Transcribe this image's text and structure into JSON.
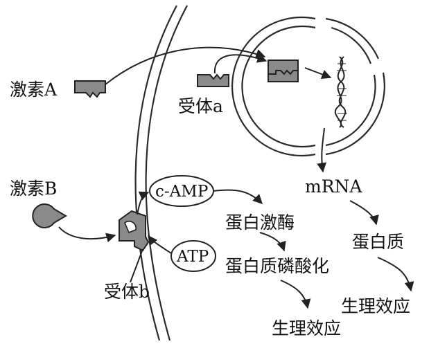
{
  "labels": {
    "hormone_a": "激素A",
    "receptor_a": "受体a",
    "hormone_b": "激素B",
    "receptor_b": "受体b",
    "camp": "c-AMP",
    "atp": "ATP",
    "protein_kinase": "蛋白激酶",
    "protein_phosphorylation": "蛋白质磷酸化",
    "physiological_effect_left": "生理效应",
    "mrna": "mRNA",
    "protein": "蛋白质",
    "physiological_effect_right": "生理效应"
  },
  "colors": {
    "shape_fill": "#8a8a8a",
    "stroke": "#222222",
    "background": "#ffffff"
  }
}
